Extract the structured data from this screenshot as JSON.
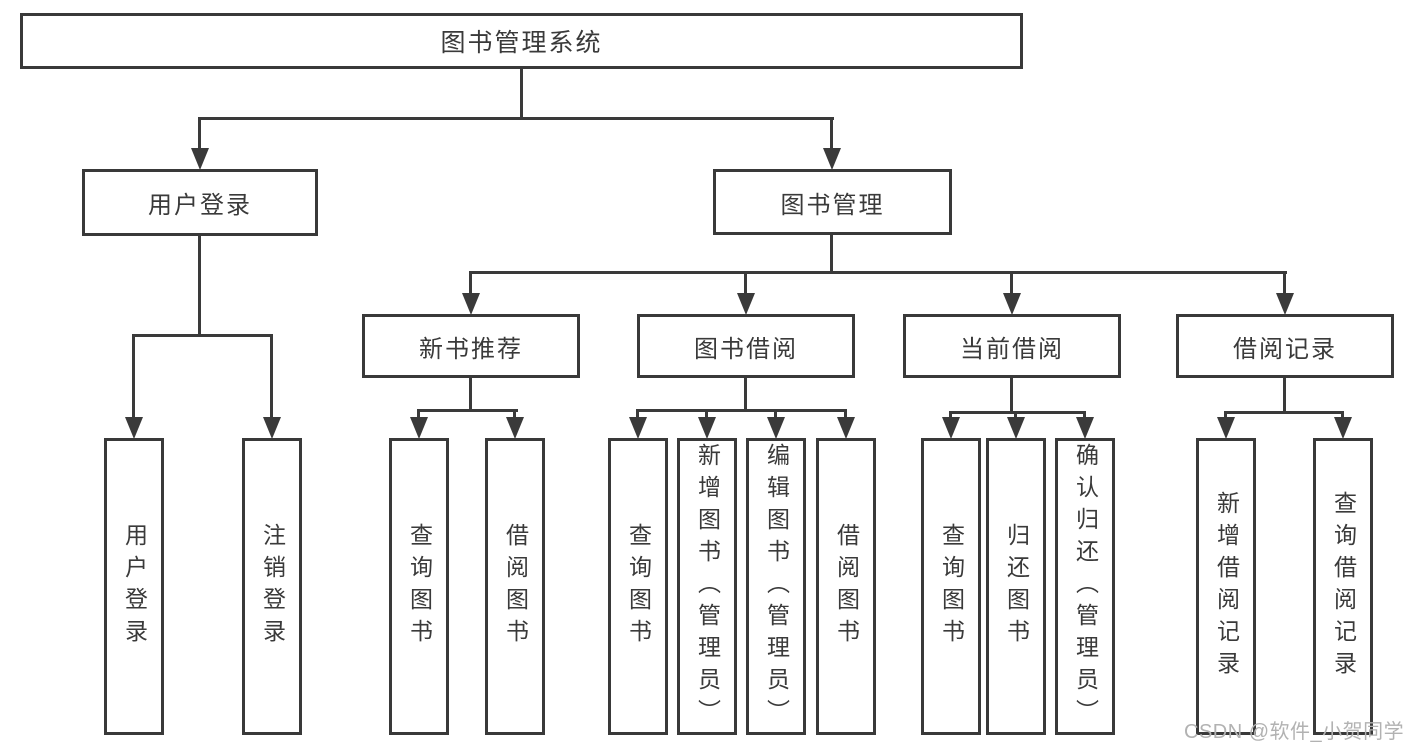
{
  "diagram": {
    "type": "hierarchy-diagram",
    "title": "图书管理系统",
    "hierarchy": {
      "图书管理系统": {
        "用户登录": [
          "用户登录",
          "注销登录"
        ],
        "图书管理": {
          "新书推荐": [
            "查询图书",
            "借阅图书"
          ],
          "图书借阅": [
            "查询图书",
            "新增图书（管理员）",
            "编辑图书（管理员）",
            "借阅图书"
          ],
          "当前借阅": [
            "查询图书",
            "归还图书",
            "确认归还（管理员）"
          ],
          "借阅记录": [
            "新增借阅记录",
            "查询借阅记录"
          ]
        }
      }
    }
  },
  "nodes": {
    "root": {
      "label": "图书管理系统"
    },
    "user_login": {
      "label": "用户登录"
    },
    "book_mgmt": {
      "label": "图书管理"
    },
    "new_book_rec": {
      "label": "新书推荐"
    },
    "book_borrow": {
      "label": "图书借阅"
    },
    "current_borrow": {
      "label": "当前借阅"
    },
    "borrow_records": {
      "label": "借阅记录"
    },
    "leaf_user_login": {
      "label": "用户登录"
    },
    "leaf_logout": {
      "label": "注销登录"
    },
    "leaf_query_book_rec": {
      "label": "查询图书"
    },
    "leaf_borrow_book_rec": {
      "label": "借阅图书"
    },
    "leaf_query_book_borrow": {
      "label": "查询图书"
    },
    "leaf_add_book": {
      "label": "新增图书（管理员）"
    },
    "leaf_edit_book": {
      "label": "编辑图书（管理员）"
    },
    "leaf_borrow_book_borrow": {
      "label": "借阅图书"
    },
    "leaf_query_book_current": {
      "label": "查询图书"
    },
    "leaf_return_book": {
      "label": "归还图书"
    },
    "leaf_confirm_return": {
      "label": "确认归还（管理员）"
    },
    "leaf_add_borrow_record": {
      "label": "新增借阅记录"
    },
    "leaf_query_borrow_record": {
      "label": "查询借阅记录"
    }
  },
  "watermark": {
    "text": "CSDN @软件_小贺同学"
  },
  "colors": {
    "line": "#3a3a3a",
    "border": "#393939",
    "text": "#3a3a3a",
    "background": "#ffffff",
    "watermark": "#b2b2b2"
  }
}
